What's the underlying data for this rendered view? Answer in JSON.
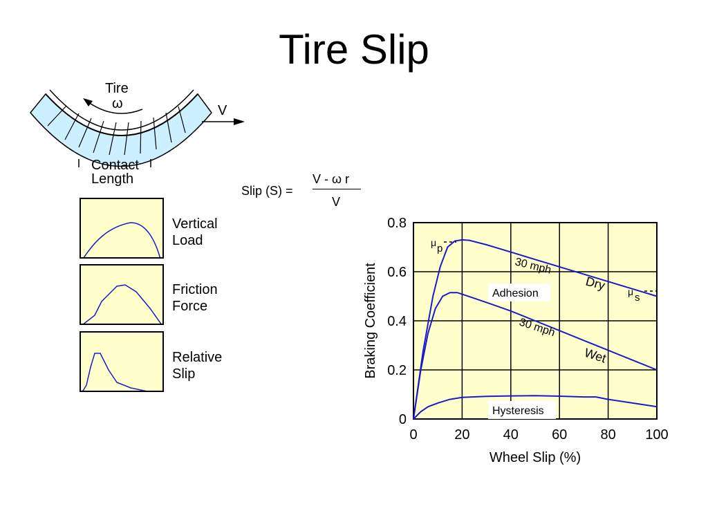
{
  "page": {
    "title": "Tire Slip"
  },
  "tire_diagram": {
    "tire_label": "Tire",
    "omega_label": "ω",
    "velocity_label": "V",
    "contact_label": "Contact\nLength"
  },
  "distributions": [
    {
      "label": "Vertical\nLoad"
    },
    {
      "label": "Friction\nForce"
    },
    {
      "label": "Relative\nSlip"
    }
  ],
  "formula": {
    "lhs": "Slip (S) =",
    "numerator": "V - ω r",
    "denominator": "V"
  },
  "colors": {
    "curve": "#1a1acc",
    "tire_fill": "#ccf0ff",
    "panel_fill": "#ffffcc",
    "plot_bg": "#ffffcc"
  },
  "chart_data": {
    "type": "line",
    "xlabel": "Wheel Slip (%)",
    "ylabel": "Braking Coefficient",
    "xlim": [
      0,
      100
    ],
    "ylim": [
      0,
      0.8
    ],
    "xticks": [
      0,
      20,
      40,
      60,
      80,
      100
    ],
    "yticks": [
      0,
      0.2,
      0.4,
      0.6,
      0.8
    ],
    "grid": true,
    "series": [
      {
        "key": "dry",
        "x": [
          0,
          4,
          8,
          11,
          14,
          17,
          20,
          23,
          30,
          40,
          50,
          60,
          70,
          80,
          90,
          100
        ],
        "y": [
          0,
          0.28,
          0.5,
          0.62,
          0.7,
          0.725,
          0.73,
          0.728,
          0.71,
          0.68,
          0.65,
          0.62,
          0.59,
          0.56,
          0.53,
          0.5
        ]
      },
      {
        "key": "wet",
        "x": [
          0,
          3,
          6,
          9,
          12,
          15,
          18,
          21,
          30,
          40,
          50,
          60,
          70,
          80,
          90,
          100
        ],
        "y": [
          0,
          0.2,
          0.35,
          0.45,
          0.5,
          0.515,
          0.515,
          0.505,
          0.475,
          0.44,
          0.4,
          0.36,
          0.32,
          0.28,
          0.24,
          0.2
        ]
      },
      {
        "key": "hysteresis",
        "x": [
          0,
          3,
          6,
          10,
          15,
          20,
          30,
          40,
          50,
          60,
          70,
          75,
          80,
          90,
          100
        ],
        "y": [
          0,
          0.03,
          0.05,
          0.065,
          0.08,
          0.088,
          0.092,
          0.094,
          0.095,
          0.093,
          0.09,
          0.09,
          0.08,
          0.065,
          0.05
        ]
      }
    ],
    "annotations": {
      "mu_p": "μ",
      "mu_p_sub": "p",
      "mu_s": "μ",
      "mu_s_sub": "s",
      "dry_speed": "30 mph",
      "dry_label": "Dry",
      "adhesion": "Adhesion",
      "wet_speed": "30 mph",
      "wet_label": "Wet",
      "hysteresis": "Hysteresis"
    }
  }
}
